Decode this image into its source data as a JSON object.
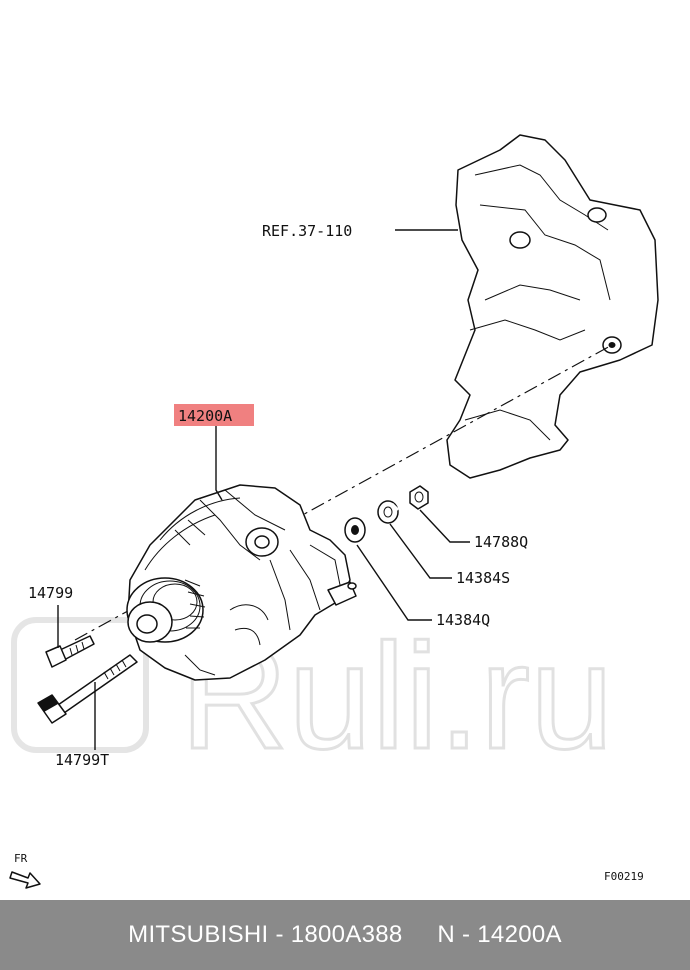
{
  "labels": {
    "ref": "REF.37-110",
    "main_part": "14200A",
    "nut": "14788Q",
    "washer_s": "14384S",
    "washer_q": "14384Q",
    "bolt_short": "14799",
    "bolt_long": "14799T",
    "front": "FR",
    "figure_code": "F00219"
  },
  "watermark": "Ruli.ru",
  "footer": {
    "text": "MITSUBISHI - 1800A388     N - 14200A"
  },
  "colors": {
    "highlight": "#f08080",
    "footer_bg": "#8a8a8a",
    "watermark": "#dcdcdc"
  }
}
